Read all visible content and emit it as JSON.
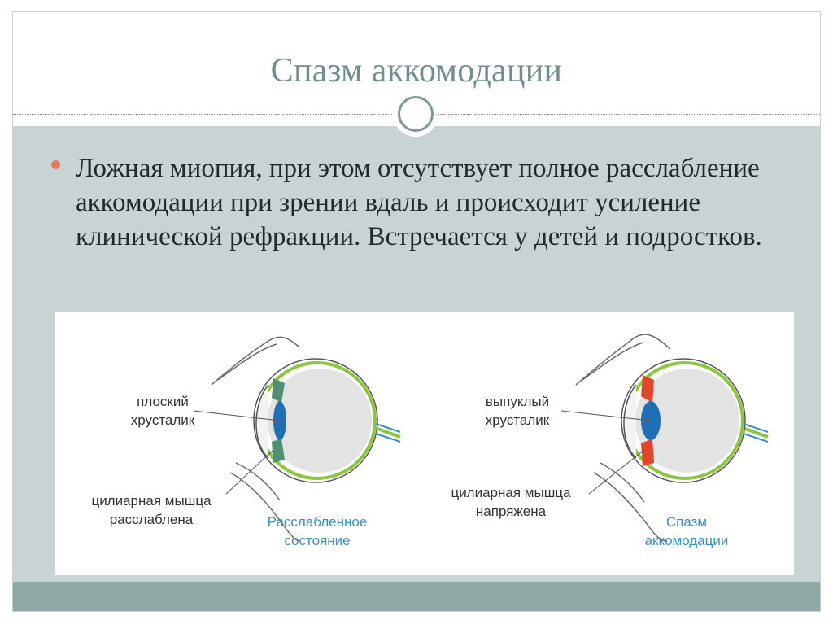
{
  "slide": {
    "title": "Спазм аккомодации",
    "bullet": "Ложная миопия, при этом отсутствует полное расслабление аккомодации при зрении вдаль и происходит усиление клинической рефракции. Встречается у детей и подростков."
  },
  "diagram": {
    "left": {
      "lens_label_1": "плоский",
      "lens_label_2": "хрусталик",
      "muscle_label_1": "цилиарная мышца",
      "muscle_label_2": "расслаблена",
      "state_label_1": "Расслабленное",
      "state_label_2": "состояние"
    },
    "right": {
      "lens_label_1": "выпуклый",
      "lens_label_2": "хрусталик",
      "muscle_label_1": "цилиарная мышца",
      "muscle_label_2": "напряжена",
      "state_label_1": "Спазм",
      "state_label_2": "аккомодации"
    },
    "colors": {
      "sclera_green": "#8cc63f",
      "lens_blue": "#1e6fb5",
      "muscle_relaxed": "#4f8f73",
      "muscle_tense": "#e2462a",
      "state_text": "#3a8fc7",
      "outline": "#555555"
    }
  }
}
